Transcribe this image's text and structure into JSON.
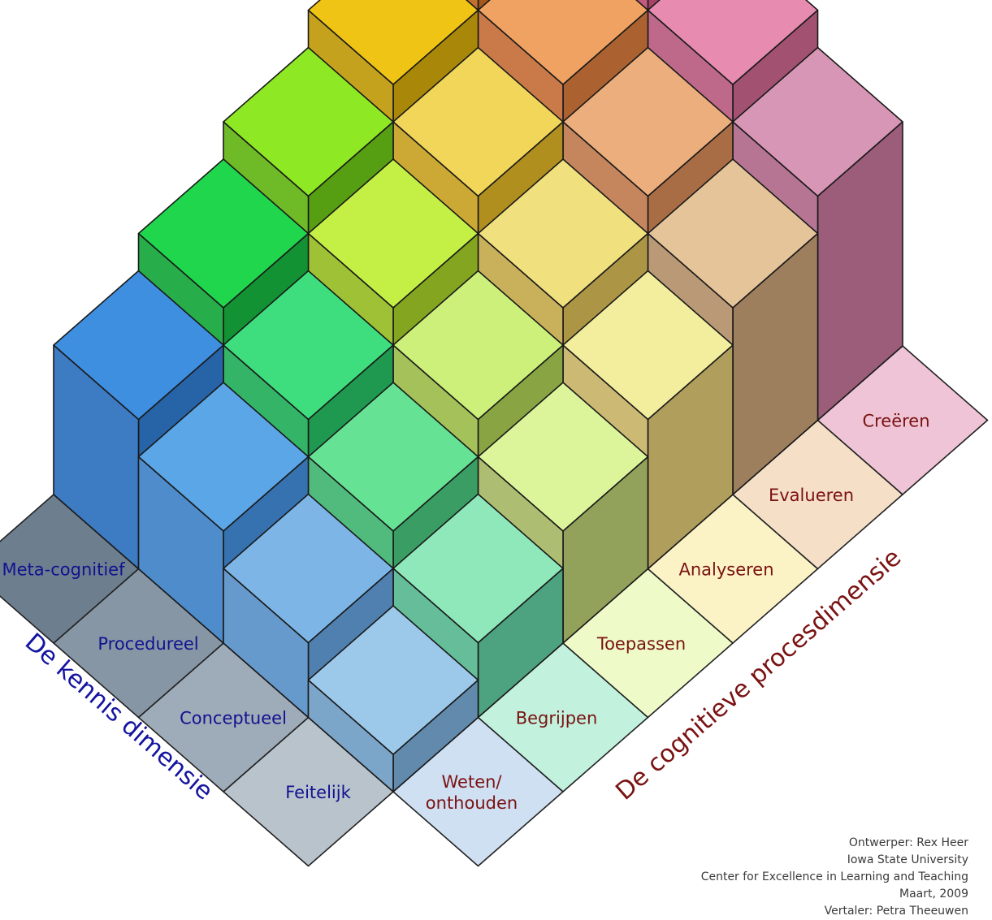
{
  "knowledge_axis": {
    "title": "De kennis dimensie",
    "levels": [
      "Feitelijk",
      "Conceptueel",
      "Procedureel",
      "Meta-cognitief"
    ]
  },
  "cognitive_axis": {
    "title": "De cognitieve procesdimensie",
    "levels": [
      "Weten/\nonthouden",
      "Begrijpen",
      "Toepassen",
      "Analyseren",
      "Evalueren",
      "Creëren"
    ]
  },
  "colors": {
    "knowledge_text": "#12128f",
    "cognitive_text": "#7a1212",
    "knowledge_tiles": [
      "#b9c3cc",
      "#9eabb8",
      "#8696a5",
      "#6d7e8f"
    ],
    "cognitive_tiles": [
      "#cfe0f2",
      "#c2f2dd",
      "#eefbc9",
      "#fbf3c6",
      "#f5dfc6",
      "#efc4d6"
    ]
  },
  "credits": [
    "Ontwerper: Rex Heer",
    "Iowa State University",
    "Center for Excellence in Learning and Teaching",
    "Maart, 2009",
    "Vertaler: Petra Theeuwen"
  ]
}
